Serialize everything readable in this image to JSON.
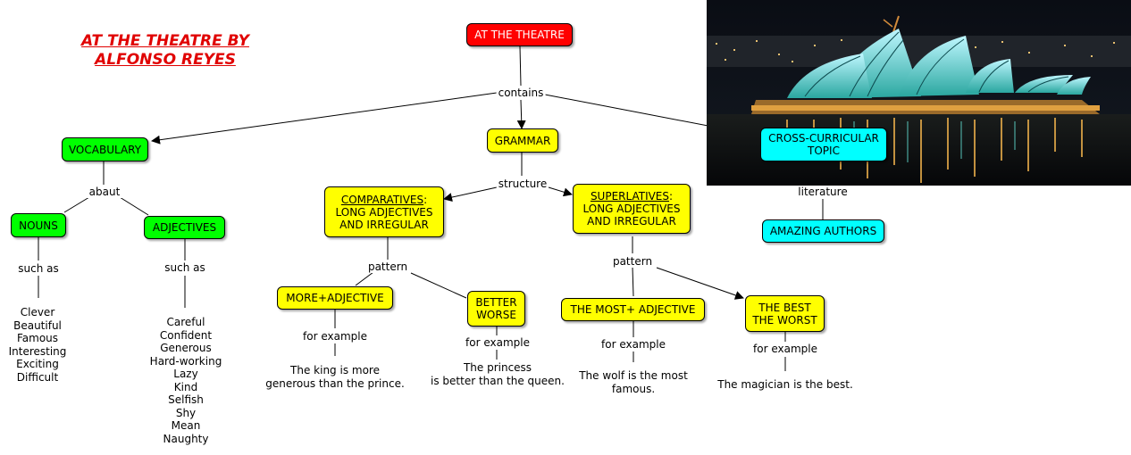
{
  "title": {
    "line1": "AT THE THEATRE BY",
    "line2": "ALFONSO REYES"
  },
  "nodes": {
    "root": "AT THE THEATRE",
    "vocabulary": "VOCABULARY",
    "grammar": "GRAMMAR",
    "cross": {
      "line1": "CROSS-CURRICULAR",
      "line2": "TOPIC"
    },
    "nouns": "NOUNS",
    "adjectives": "ADJECTIVES",
    "comparatives": {
      "head": "COMPARATIVES",
      "colon": ":",
      "line2": "LONG ADJECTIVES",
      "line3": "AND IRREGULAR"
    },
    "superlatives": {
      "head": "SUPERLATIVES",
      "colon": ":",
      "line2": "LONG ADJECTIVES",
      "line3": "AND IRREGULAR"
    },
    "more_adj": "MORE+ADJECTIVE",
    "better": {
      "line1": "BETTER",
      "line2": "WORSE"
    },
    "most_adj": "THE MOST+ ADJECTIVE",
    "best": {
      "line1": "THE BEST",
      "line2": "THE WORST"
    },
    "authors": "AMAZING AUTHORS"
  },
  "links": {
    "contains": "contains",
    "abaut": "abaut",
    "structure": "structure",
    "literature": "literature",
    "such_as_1": "such as",
    "such_as_2": "such as",
    "pattern_1": "pattern",
    "pattern_2": "pattern",
    "for_example_1": "for example",
    "for_example_2": "for example",
    "for_example_3": "for example",
    "for_example_4": "for example"
  },
  "lists": {
    "nouns": [
      "Clever",
      "Beautiful",
      "Famous",
      "Interesting",
      "Exciting",
      "Difficult"
    ],
    "adjectives": [
      "Careful",
      "Confident",
      "Generous",
      "Hard-working",
      "Lazy",
      "Kind",
      "Selfish",
      "Shy",
      "Mean",
      "Naughty"
    ]
  },
  "examples": {
    "more": {
      "line1": "The king is more",
      "line2": "generous than the prince."
    },
    "better": {
      "line1": "The princess",
      "line2": "is better than the queen."
    },
    "most": {
      "line1": "The wolf is the most",
      "line2": "famous."
    },
    "best": {
      "line1": "The magician is the best."
    }
  },
  "colors": {
    "root": "#ff0000",
    "green": "#00ff00",
    "yellow": "#ffff00",
    "cyan": "#00ffff",
    "title": "#e00000"
  }
}
